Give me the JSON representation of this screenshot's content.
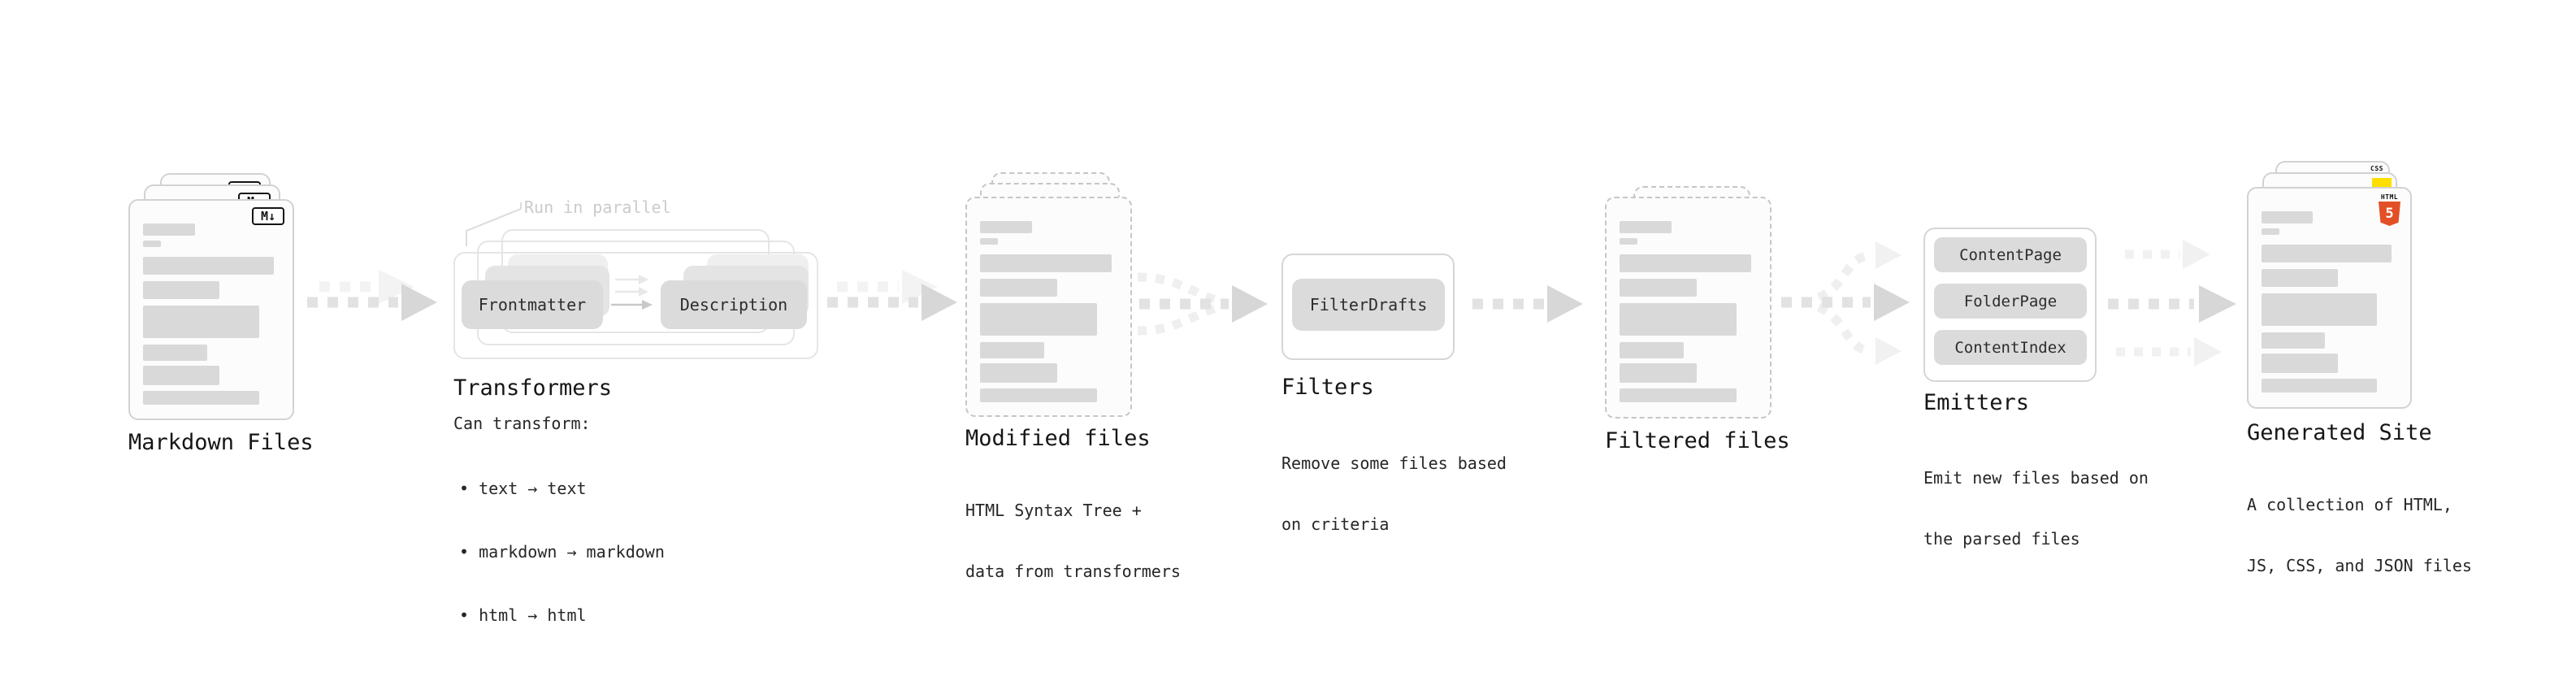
{
  "stages": {
    "markdown": {
      "label": "Markdown Files",
      "badge": "M↓"
    },
    "transformers": {
      "callout": "Run in parallel",
      "input_node": "Frontmatter",
      "output_node": "Description",
      "title": "Transformers",
      "desc_heading": "Can transform:",
      "bullets": [
        "• text → text",
        "• markdown → markdown",
        "• html → html"
      ]
    },
    "modified": {
      "label": "Modified files",
      "desc_line1": "HTML Syntax Tree +",
      "desc_line2": "data from transformers"
    },
    "filters": {
      "title": "Filters",
      "node": "FilterDrafts",
      "desc_line1": "Remove some files based",
      "desc_line2": "on criteria"
    },
    "filtered": {
      "label": "Filtered files"
    },
    "emitters": {
      "title": "Emitters",
      "nodes": [
        "ContentPage",
        "FolderPage",
        "ContentIndex"
      ],
      "desc_line1": "Emit new files based on",
      "desc_line2": "the parsed files"
    },
    "generated": {
      "label": "Generated Site",
      "desc_line1": "A collection of HTML,",
      "desc_line2": "JS, CSS, and JSON files",
      "css_badge": "CSS",
      "html_badge_word": "HTML",
      "html_badge_number": "5"
    }
  },
  "colors": {
    "card_background": "#fcfcfc",
    "card_border": "#d2d2d2",
    "dashed_border": "#c6c6c6",
    "placeholder_bar": "#d9d9d9",
    "node_button": "#dbdbdb",
    "arrow_dark": "#e0e0e0",
    "arrow_head_dark": "#d7d7d7",
    "arrow_light": "#f1f1f1",
    "text_primary": "#1a1a1a",
    "text_muted": "#cbcbcb",
    "html5_orange": "#e34f26",
    "js_yellow": "#ffdf00",
    "css_blue": "#2f6df6"
  }
}
